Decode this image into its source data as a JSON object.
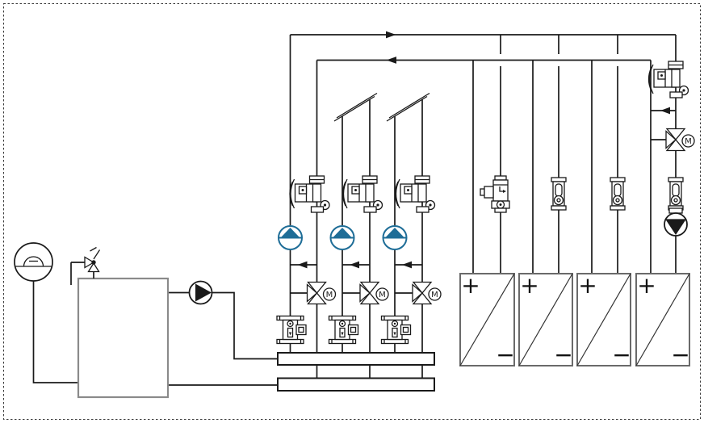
{
  "diagram": {
    "type": "hydronic heating piping schematic",
    "colors": {
      "line": "#1a1a1a",
      "accent": "#1e6d97",
      "tank": "#8a8a8a",
      "panel": "#6a6a6a",
      "background": "#ffffff",
      "frame": "#3a3a3a"
    },
    "labels": {
      "motor": "M",
      "panel_plus": "+",
      "panel_minus": "−"
    },
    "flow_arrows": {
      "supply_main": "right",
      "return_main": "left",
      "mixing_bypass_stubs": "left",
      "right_bypass": "left"
    },
    "inventory": {
      "storage_tank": 1,
      "expansion_vessel": 1,
      "safety_valve": 1,
      "primary_pump": 1,
      "distribution_manifolds": 2,
      "mixed_circuits": 3,
      "circuit_pumps": 3,
      "motorized_three_way_valves": 4,
      "balancing_valve_assemblies": 4,
      "shutoff_valve_groups": 3,
      "circuit_continuation_breaks": 2,
      "zone_valve_with_actuator": 1,
      "flow_meters": 4,
      "secondary_pump": 1,
      "emitter_panels": 4
    }
  }
}
